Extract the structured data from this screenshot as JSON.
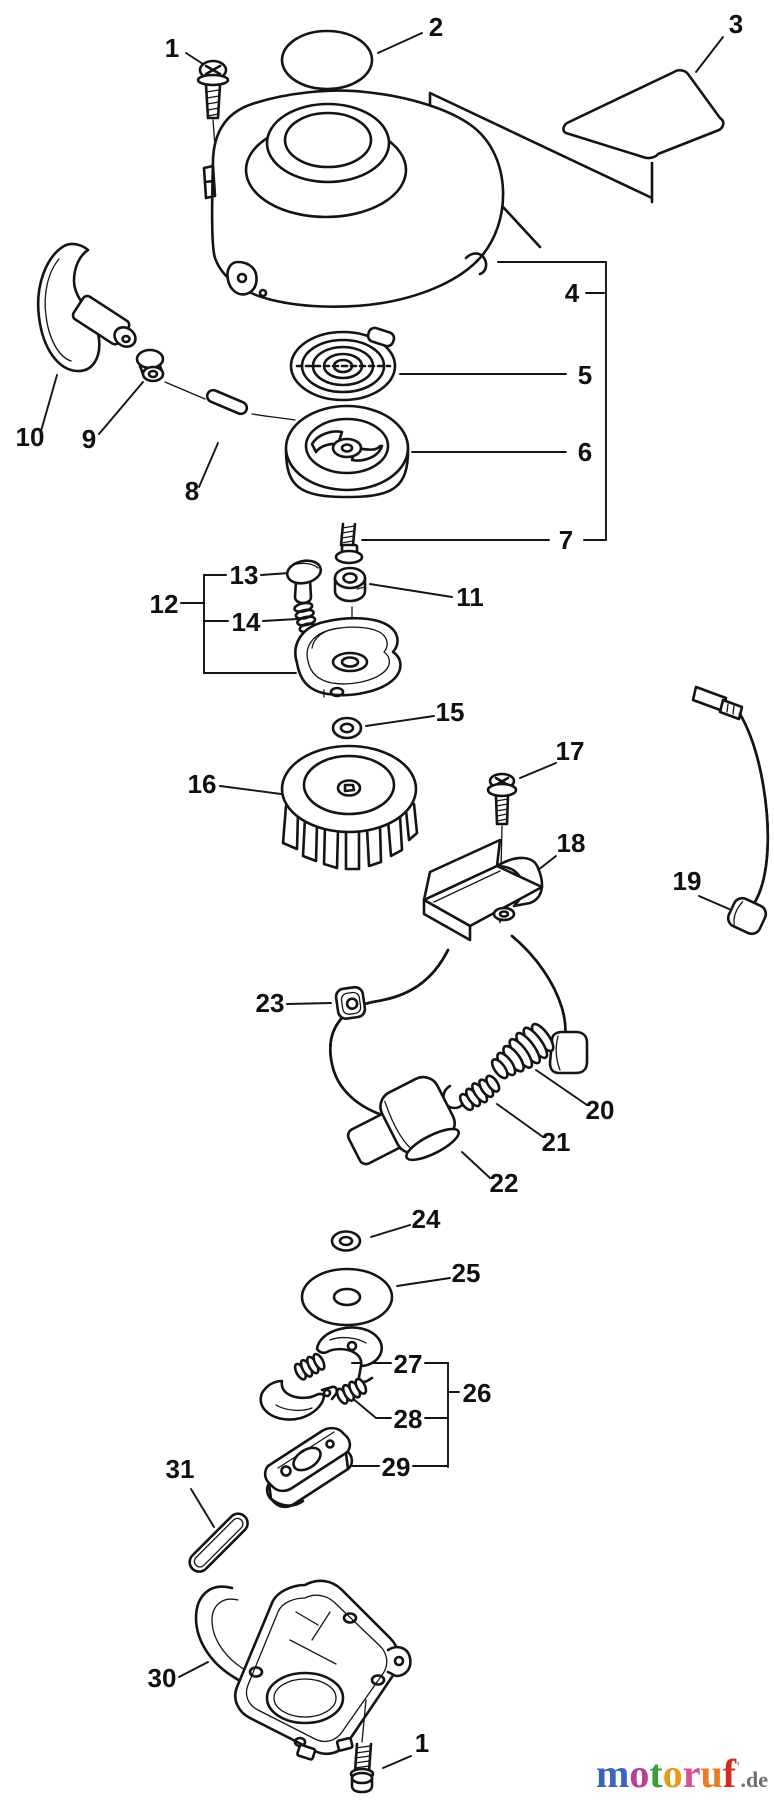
{
  "figure": {
    "type": "exploded-parts-diagram"
  },
  "callouts": [
    {
      "label": "1",
      "target": "mounting-screw-top"
    },
    {
      "label": "2",
      "target": "round-decal"
    },
    {
      "label": "3",
      "target": "corner-decal"
    },
    {
      "label": "4",
      "target": "starter-case-group"
    },
    {
      "label": "5",
      "target": "recoil-spring"
    },
    {
      "label": "6",
      "target": "rope-pulley"
    },
    {
      "label": "7",
      "target": "pulley-screw"
    },
    {
      "label": "8",
      "target": "starter-rope"
    },
    {
      "label": "9",
      "target": "rope-bushing"
    },
    {
      "label": "10",
      "target": "starter-handle"
    },
    {
      "label": "11",
      "target": "spacer-nut"
    },
    {
      "label": "12",
      "target": "ratchet-guide-group"
    },
    {
      "label": "13",
      "target": "ratchet-pawl"
    },
    {
      "label": "14",
      "target": "pawl-spring"
    },
    {
      "label": "15",
      "target": "washer"
    },
    {
      "label": "16",
      "target": "flywheel-fan"
    },
    {
      "label": "17",
      "target": "coil-screw"
    },
    {
      "label": "18",
      "target": "ignition-coil"
    },
    {
      "label": "19",
      "target": "lead-wire"
    },
    {
      "label": "20",
      "target": "plug-cap-spring"
    },
    {
      "label": "21",
      "target": "small-spring"
    },
    {
      "label": "22",
      "target": "spark-plug-cap"
    },
    {
      "label": "23",
      "target": "grommet"
    },
    {
      "label": "24",
      "target": "small-washer"
    },
    {
      "label": "25",
      "target": "disc-washer"
    },
    {
      "label": "26",
      "target": "clutch-group"
    },
    {
      "label": "27",
      "target": "clutch-shoes"
    },
    {
      "label": "28",
      "target": "clutch-springs"
    },
    {
      "label": "29",
      "target": "clutch-plate"
    },
    {
      "label": "30",
      "target": "engine-base"
    },
    {
      "label": "31",
      "target": "seal-strip"
    },
    {
      "label": "1",
      "target": "mounting-screw-bottom"
    }
  ],
  "watermark": {
    "word": [
      {
        "ch": "m",
        "color": "#3c64b8"
      },
      {
        "ch": "o",
        "color": "#b83d95"
      },
      {
        "ch": "t",
        "color": "#3f9b3f"
      },
      {
        "ch": "o",
        "color": "#e59a1c"
      },
      {
        "ch": "r",
        "color": "#d94f93"
      },
      {
        "ch": "u",
        "color": "#e87c1e"
      },
      {
        "ch": "f",
        "color": "#d42a1d"
      }
    ],
    "mark": {
      "text": "'",
      "color": "#9a9a9a"
    },
    "tld": {
      "text": ".de",
      "color": "#6f6f6f"
    }
  }
}
